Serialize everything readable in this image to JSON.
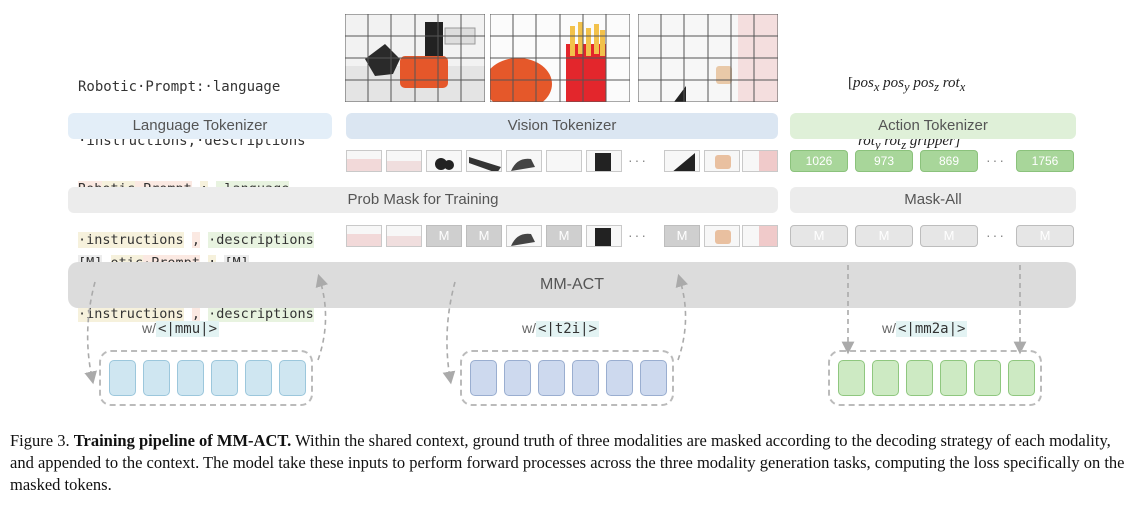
{
  "top": {
    "prompt_line1": "Robotic·Prompt:·language",
    "prompt_line2": "·instructions,·descriptions",
    "action_line1": "[pos",
    "action": {
      "pos_x": "pos",
      "x": "x",
      "pos_y": "pos",
      "y": "y",
      "pos_z": "pos",
      "z": "z",
      "rot_x": "rot",
      "rot_y": "rot",
      "rot_z": "rot",
      "gripper": "gripper]",
      "open_bracket": "["
    }
  },
  "tokenizers": {
    "language": "Language Tokenizer",
    "vision": "Vision Tokenizer",
    "action": "Action Tokenizer"
  },
  "lang_tokens_row1": {
    "t1": "Rob",
    "t2": "otic",
    "t3": "·Prompt",
    "t4": ":",
    "t5": "·language",
    "t6": "·instructions",
    "t7": ",",
    "t8": "·descriptions"
  },
  "lang_tokens_row2": {
    "t1": "[M]",
    "t2": "otic",
    "t3": "·Prompt",
    "t4": ":",
    "t5": "[M]",
    "t6": "·instructions",
    "t7": ",",
    "t8": "·descriptions"
  },
  "action_tokens": [
    "1026",
    "973",
    "869",
    "1756"
  ],
  "mask_label": "M",
  "ellipsis": "···",
  "bands": {
    "prob_mask": "Prob Mask for Training",
    "mask_all": "Mask-All",
    "model": "MM-ACT"
  },
  "tags": {
    "w1_prefix": "w/",
    "w1_code": "<|mmu|>",
    "w2_prefix": "w/",
    "w2_code": "<|t2i|>",
    "w3_prefix": "w/",
    "w3_code": "<|mm2a|>"
  },
  "caption": {
    "label": "Figure 3.",
    "bold": "Training pipeline of MM-ACT.",
    "text": " Within the shared context, ground truth of three modalities are masked according to the decoding strategy of each modality, and appended to the context. The model take these inputs to perform forward processes across the three modality generation tasks, computing the loss specifically on the masked tokens."
  },
  "colors": {
    "language": "#cfe6f1",
    "vision": "#cdd9ee",
    "action": "#cdeac3"
  }
}
